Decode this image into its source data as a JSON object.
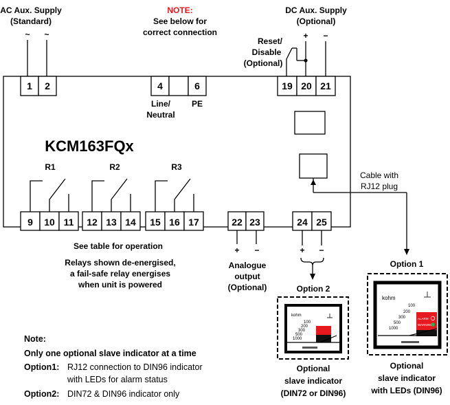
{
  "header": {
    "ac_supply_line1": "AC Aux. Supply",
    "ac_supply_line2": "(Standard)",
    "ac_symbol": "~",
    "note_title": "NOTE:",
    "note_line1": "See below for",
    "note_line2": "correct connection",
    "dc_supply_line1": "DC Aux. Supply",
    "dc_supply_line2": "(Optional)",
    "plus": "+",
    "minus": "−",
    "reset_line1": "Reset/",
    "reset_line2": "Disable",
    "reset_line3": "(Optional)"
  },
  "top_terminals": [
    "1",
    "2",
    "4",
    "6",
    "19",
    "20",
    "21"
  ],
  "line_neutral_line1": "Line/",
  "line_neutral_line2": "Neutral",
  "pe_label": "PE",
  "device": {
    "model": "KCM163FQx",
    "relays": [
      "R1",
      "R2",
      "R3"
    ]
  },
  "bottom_terminals": [
    "9",
    "10",
    "11",
    "12",
    "13",
    "14",
    "15",
    "16",
    "17",
    "22",
    "23",
    "24",
    "25"
  ],
  "cable_line1": "Cable with",
  "cable_line2": "RJ12 plug",
  "info": {
    "table_text": "See table for operation",
    "relay_line1": "Relays shown de-energised,",
    "relay_line2": "a fail-safe relay energises",
    "relay_line3": "when unit is powered"
  },
  "analogue": {
    "line1": "Analogue",
    "line2": "output",
    "line3": "(Optional)"
  },
  "notes": {
    "title": "Note:",
    "line1": "Only one optional slave indicator at a time",
    "opt1_label": "Option1:",
    "opt1_text": "RJ12 connection to DIN96 indicator",
    "opt1_text2": "with LEDs for alarm status",
    "opt2_label": "Option2:",
    "opt2_text": "DIN72 & DIN96 indicator only"
  },
  "option1": {
    "title": "Option 1",
    "cap1": "Optional",
    "cap2": "slave indicator",
    "cap3": "with LEDs (DIN96)",
    "meter_unit": "kohm",
    "meter_scale": [
      "100",
      "200",
      "300",
      "500",
      "1000"
    ],
    "meter_alarm": "ALARM",
    "meter_warning": "WARNING"
  },
  "option2": {
    "title": "Option 2",
    "cap1": "Optional",
    "cap2": "slave indicator",
    "cap3": "(DIN72 or DIN96)",
    "meter_unit": "kohm",
    "meter_scale": [
      "100",
      "200",
      "300",
      "500",
      "1000"
    ]
  },
  "colors": {
    "note_red": "#e8181f",
    "meter_red": "#e8181f",
    "led_green": "#2bb24c"
  }
}
